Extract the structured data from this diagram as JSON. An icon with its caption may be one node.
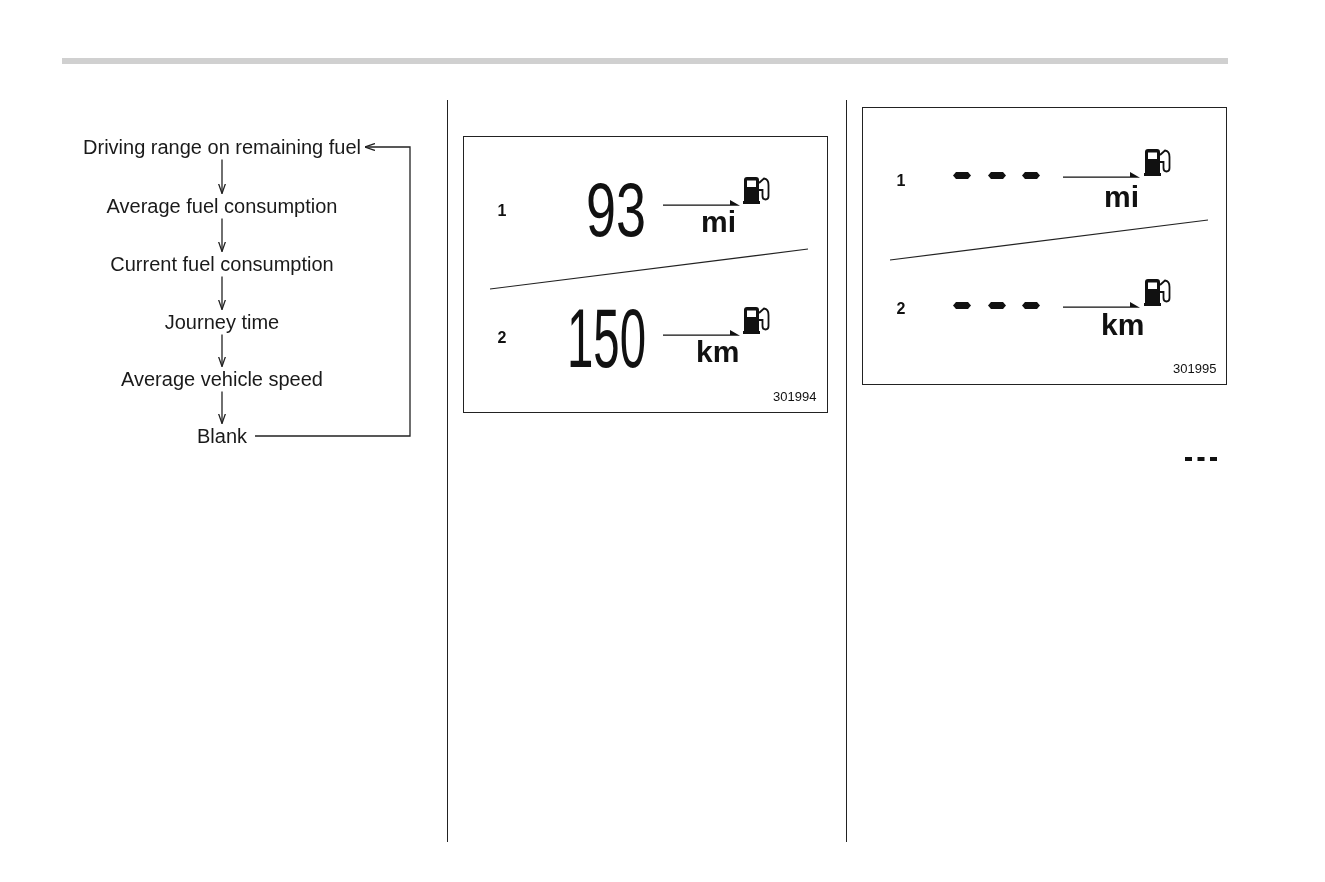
{
  "diagram": {
    "nodes": [
      {
        "text": [
          "Driving range on remaining fuel"
        ]
      },
      {
        "text": [
          "Average fuel consumption"
        ]
      },
      {
        "text": [
          "Current fuel consumption"
        ]
      },
      {
        "text": [
          "Journey time"
        ]
      },
      {
        "text": [
          "Average vehicle speed"
        ]
      },
      {
        "text": [
          "Blank"
        ]
      }
    ],
    "edges": [
      {
        "from": 0,
        "to": 1,
        "arrow": "to"
      },
      {
        "from": 1,
        "to": 2,
        "arrow": "to"
      },
      {
        "from": 2,
        "to": 3,
        "arrow": "to"
      },
      {
        "from": 3,
        "to": 4,
        "arrow": "to"
      },
      {
        "from": 4,
        "to": 5,
        "arrow": "to"
      },
      {
        "from": 5,
        "to": 0,
        "arrow": "to"
      }
    ],
    "labels": [
      "1",
      "93",
      "mi",
      "2",
      "150",
      "km",
      "301994",
      "1",
      "mi",
      "2",
      "km",
      "301995"
    ]
  }
}
